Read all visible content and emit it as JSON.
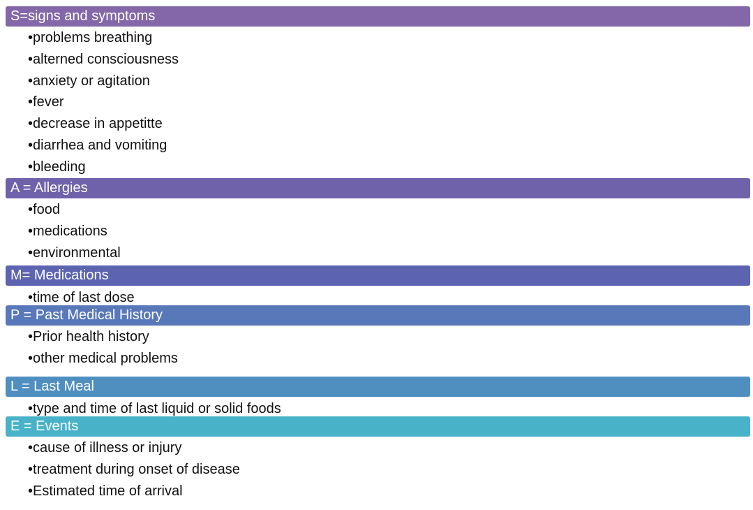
{
  "sections": [
    {
      "title": "S=signs and symptoms",
      "color": "#8467A8",
      "items": [
        "problems breathing",
        "alterned consciousness",
        "anxiety or agitation",
        "fever",
        "decrease in appetitte",
        "diarrhea and vomiting",
        "bleeding"
      ]
    },
    {
      "title": "A = Allergies",
      "color": "#6F62AA",
      "items": [
        "food",
        "medications",
        "environmental"
      ]
    },
    {
      "title": "M= Medications",
      "color": "#5C63B0",
      "items": [
        "time of last dose"
      ]
    },
    {
      "title": "P = Past Medical History",
      "color": "#5878BA",
      "items": [
        "Prior health history",
        "other medical problems"
      ]
    },
    {
      "title": "L = Last Meal",
      "color": "#4E8FC0",
      "items": [
        "type and time of last liquid or solid foods"
      ]
    },
    {
      "title": "E = Events",
      "color": "#48B3C8",
      "items": [
        "cause of illness or injury",
        "treatment during onset of disease",
        "Estimated time of arrival"
      ]
    }
  ],
  "bullet": "•"
}
